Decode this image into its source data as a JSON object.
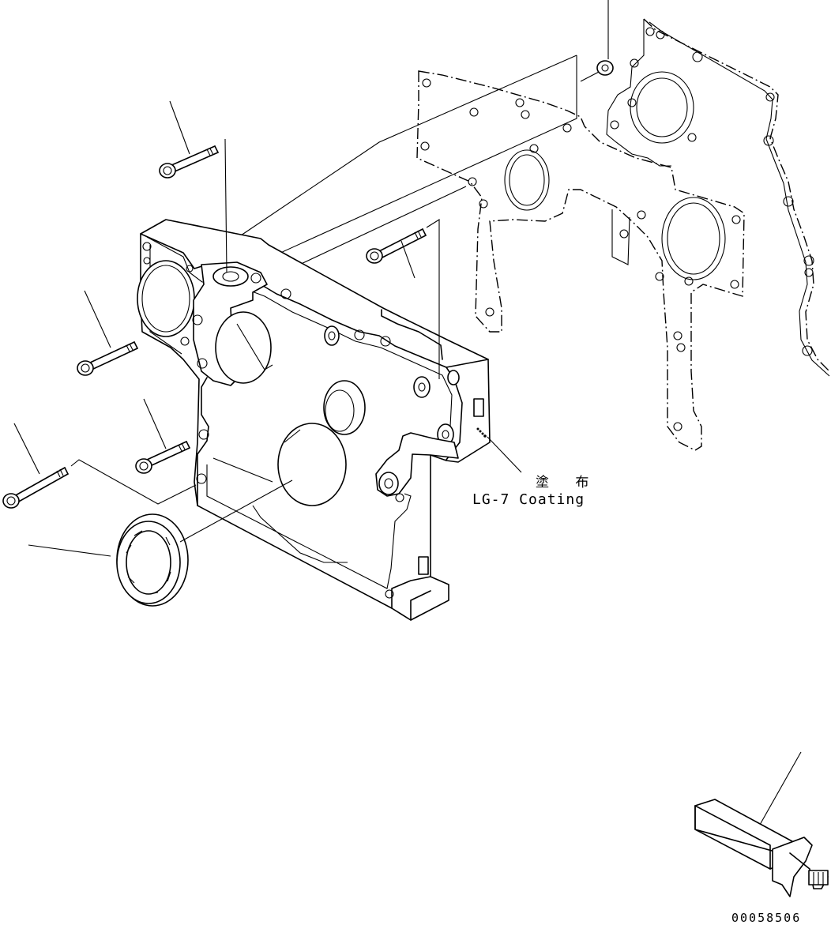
{
  "coating_note": {
    "japanese": "塗 布",
    "english": "LG-7 Coating"
  },
  "drawing_number": "00058506"
}
